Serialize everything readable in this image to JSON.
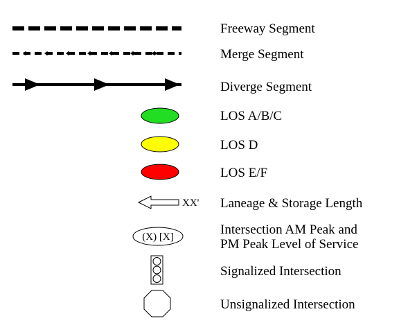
{
  "legend": {
    "freeway": {
      "label": "Freeway Segment"
    },
    "merge": {
      "label": "Merge Segment"
    },
    "diverge": {
      "label": "Diverge Segment"
    },
    "los_abc": {
      "label": "LOS A/B/C",
      "color": "#22dd22"
    },
    "los_d": {
      "label": "LOS D",
      "color": "#ffff00"
    },
    "los_ef": {
      "label": "LOS E/F",
      "color": "#ff0000"
    },
    "laneage": {
      "label": "Laneage & Storage Length",
      "symbol_text": "XX'"
    },
    "intersection_los": {
      "label_line1": "Intersection AM Peak and",
      "label_line2": "PM Peak Level of Service",
      "symbol_text": "(X) [X]"
    },
    "signalized": {
      "label": "Signalized Intersection"
    },
    "unsignalized": {
      "label": "Unsignalized Intersection"
    }
  }
}
